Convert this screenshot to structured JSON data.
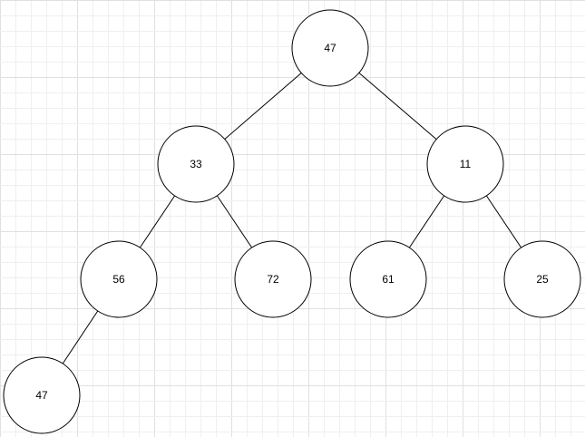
{
  "diagram": {
    "grid_color_minor": "#efefef",
    "grid_color_major": "#e0e0e0",
    "node_fill": "#ffffff",
    "node_stroke": "#000000",
    "edge_color": "#000000",
    "nodes": [
      {
        "id": "root",
        "label": "47"
      },
      {
        "id": "left",
        "label": "33"
      },
      {
        "id": "right",
        "label": "11"
      },
      {
        "id": "left-left",
        "label": "56"
      },
      {
        "id": "left-right",
        "label": "72"
      },
      {
        "id": "right-left",
        "label": "61"
      },
      {
        "id": "right-right",
        "label": "25"
      },
      {
        "id": "left-left-left",
        "label": "47"
      }
    ],
    "edges": [
      {
        "from": "root",
        "to": "left"
      },
      {
        "from": "root",
        "to": "right"
      },
      {
        "from": "left",
        "to": "left-left"
      },
      {
        "from": "left",
        "to": "left-right"
      },
      {
        "from": "right",
        "to": "right-left"
      },
      {
        "from": "right",
        "to": "right-right"
      },
      {
        "from": "left-left",
        "to": "left-left-left"
      }
    ]
  }
}
